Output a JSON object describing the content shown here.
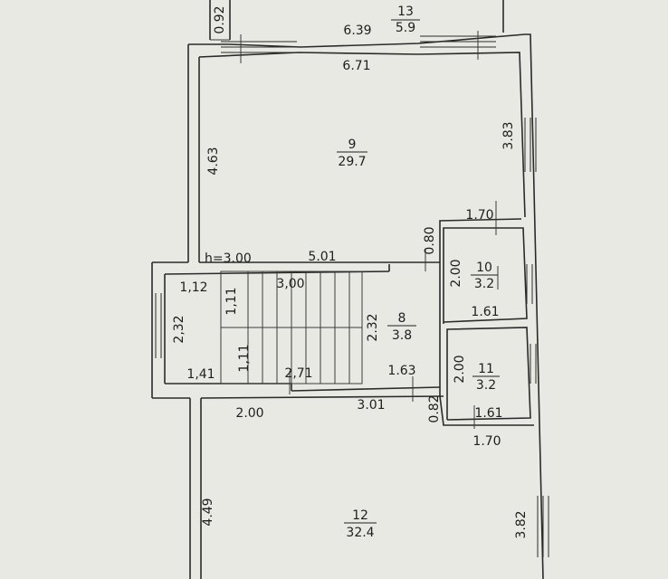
{
  "rooms": [
    {
      "id": "r13",
      "number": "13",
      "area": "5.9"
    },
    {
      "id": "r9",
      "number": "9",
      "area": "29.7"
    },
    {
      "id": "r10",
      "number": "10",
      "area": "3.2"
    },
    {
      "id": "r8",
      "number": "8",
      "area": "3.8"
    },
    {
      "id": "r11",
      "number": "11",
      "area": "3.2"
    },
    {
      "id": "r12",
      "number": "12",
      "area": "32.4"
    }
  ],
  "dimensions": {
    "d092": "0.92",
    "d639": "6.39",
    "d671": "6.71",
    "d463": "4.63",
    "d383": "3.83",
    "d170a": "1.70",
    "d080": "0.80",
    "height": "h=3.00",
    "d501": "5.01",
    "d200a": "2.00",
    "d112": "1,12",
    "d111a": "1,11",
    "d300": "3,00",
    "d232a": "2,32",
    "d232b": "2.32",
    "d161a": "1.61",
    "d111b": "1,11",
    "d141": "1,41",
    "d271": "2,71",
    "d163": "1.63",
    "d200b": "2.00",
    "d301": "3.01",
    "d200c": "2.00",
    "d082": "0.82",
    "d161b": "1.61",
    "d170b": "1.70",
    "d449": "4.49",
    "d382": "3.82"
  }
}
